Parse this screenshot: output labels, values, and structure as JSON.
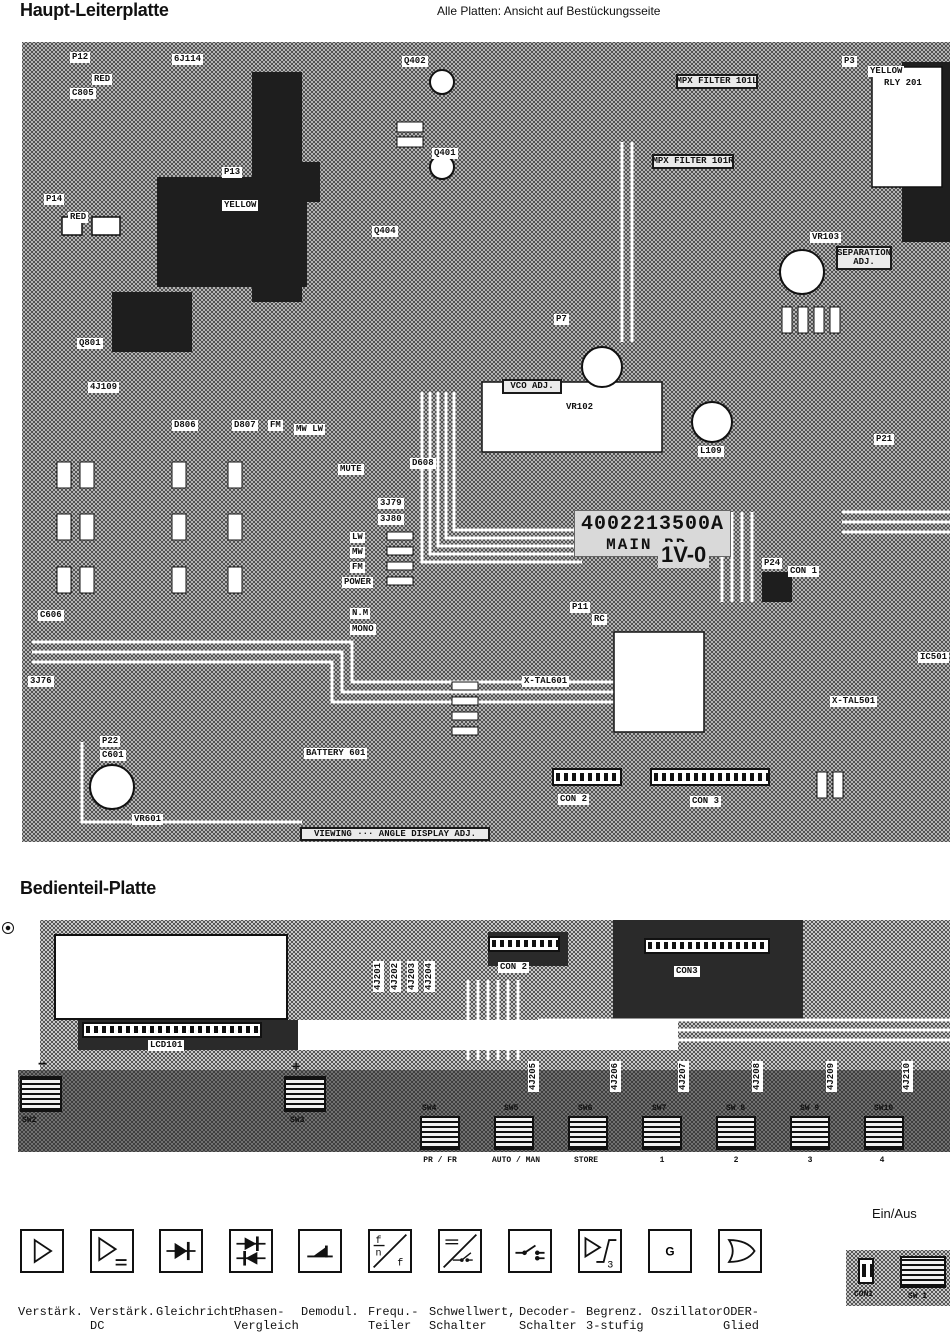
{
  "page": {
    "title_main": "Haupt-Leiterplatte",
    "subtitle": "Alle Platten: Ansicht auf Bestückungsseite",
    "title_panel": "Bedienteil-Platte",
    "ein_aus": "Ein/Aus"
  },
  "main_board": {
    "part_number": "4002213500A",
    "board_name": "MAIN BD.",
    "labels": {
      "p12": "P12",
      "red1": "RED",
      "c805": "C805",
      "j114": "6J114",
      "p14": "P14",
      "red2": "RED",
      "p13": "P13",
      "yellow1": "YELLOW",
      "q402": "Q402",
      "q401": "Q401",
      "q404": "Q404",
      "mpx_101l": "MPX FILTER 101L",
      "mpx_101r": "MPX FILTER 101R",
      "p3": "P3",
      "yellow2": "YELLOW",
      "rly201": "RLY 201",
      "separation": "SEPARATION ADJ.",
      "vr103": "VR103",
      "vco_adj": "VCO ADJ.",
      "vr102": "VR102",
      "l109": "L109",
      "p7": "P7",
      "q801": "Q801",
      "j109": "4J109",
      "d806": "D806",
      "d807": "D807",
      "fm": "FM",
      "mw_lw": "MW LW",
      "mute": "MUTE",
      "d608": "D608",
      "j79": "3J79",
      "j80": "3J80",
      "lw": "LW",
      "mw": "MW",
      "fm2": "FM",
      "power": "POWER",
      "nm": "N.M",
      "mono": "MONO",
      "p21": "P21",
      "uv0": "1V-0",
      "p11": "P11",
      "rc": "RC",
      "p24": "P24",
      "con1": "CON 1",
      "x_tal601": "X-TAL601",
      "x_tal501": "X-TAL501",
      "ic501": "IC501",
      "battery": "BATTERY 601",
      "con2": "CON 2",
      "con3": "CON 3",
      "vr601": "VR601",
      "p22": "P22",
      "c601": "C601",
      "c606": "C606",
      "j76": "3J76",
      "viewing": "VIEWING ··· ANGLE DISPLAY ADJ."
    }
  },
  "panel_board": {
    "lcd": "LCD101",
    "con2": "CON 2",
    "con3": "CON3",
    "jumpers": [
      "4J201",
      "4J202",
      "4J203",
      "4J204",
      "4J205",
      "4J206",
      "4J207",
      "4J208",
      "4J209",
      "4J210"
    ],
    "minus": "−",
    "plus": "+",
    "switches": [
      {
        "id": "SW2",
        "caption": ""
      },
      {
        "id": "SW3",
        "caption": ""
      },
      {
        "id": "SW4",
        "caption": "PR / FR"
      },
      {
        "id": "SW5",
        "caption": "AUTO / MAN"
      },
      {
        "id": "SW6",
        "caption": "STORE"
      },
      {
        "id": "SW7",
        "caption": "1"
      },
      {
        "id": "SW 8",
        "caption": "2"
      },
      {
        "id": "SW 9",
        "caption": "3"
      },
      {
        "id": "SW10",
        "caption": "4"
      }
    ]
  },
  "legend": {
    "items": [
      {
        "icon": "amplifier-icon",
        "label": "Verstärk."
      },
      {
        "icon": "dc-amplifier-icon",
        "label": "Verstärk.\nDC"
      },
      {
        "icon": "rectifier-icon",
        "label": "Gleichricht."
      },
      {
        "icon": "phase-comparator-icon",
        "label": "Phasen-\nVergleich"
      },
      {
        "icon": "demodulator-icon",
        "label": "Demodul."
      },
      {
        "icon": "frequency-divider-icon",
        "label": "Frequ.-\nTeiler",
        "sym_f": "f",
        "sym_n": "n",
        "sym_f2": "f"
      },
      {
        "icon": "threshold-switch-icon",
        "label": "Schwellwert,\nSchalter"
      },
      {
        "icon": "decoder-switch-icon",
        "label": "Decoder-\nSchalter"
      },
      {
        "icon": "limiter-icon",
        "label": "Begrenz.\n3-stufig",
        "sym": "3"
      },
      {
        "icon": "oscillator-icon",
        "label": "Oszillator",
        "sym": "G"
      },
      {
        "icon": "or-gate-icon",
        "label": "ODER-\nGlied"
      }
    ]
  },
  "on_off": {
    "con1": "CON1",
    "sw1": "SW 1"
  }
}
